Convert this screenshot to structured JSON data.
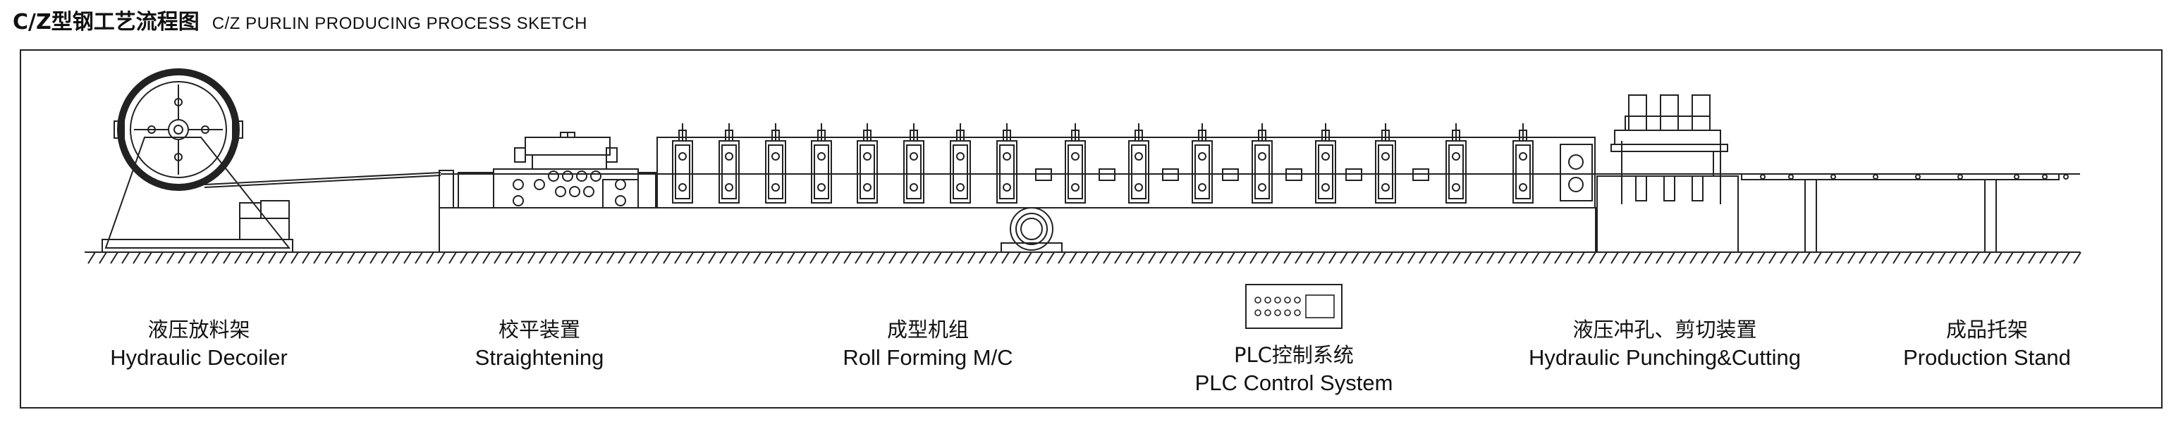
{
  "header": {
    "title_cn": "C/Z型钢工艺流程图",
    "title_en": "C/Z PURLIN PRODUCING PROCESS SKETCH"
  },
  "stations": [
    {
      "cn": "液压放料架",
      "en": "Hydraulic Decoiler"
    },
    {
      "cn": "校平装置",
      "en": "Straightening"
    },
    {
      "cn": "成型机组",
      "en": "Roll Forming M/C"
    },
    {
      "cn": "PLC控制系统",
      "en": "PLC Control System"
    },
    {
      "cn": "液压冲孔、剪切装置",
      "en": "Hydraulic Punching&Cutting"
    },
    {
      "cn": "成品托架",
      "en": "Production Stand"
    }
  ],
  "colors": {
    "line": "#222222",
    "background": "#ffffff"
  }
}
